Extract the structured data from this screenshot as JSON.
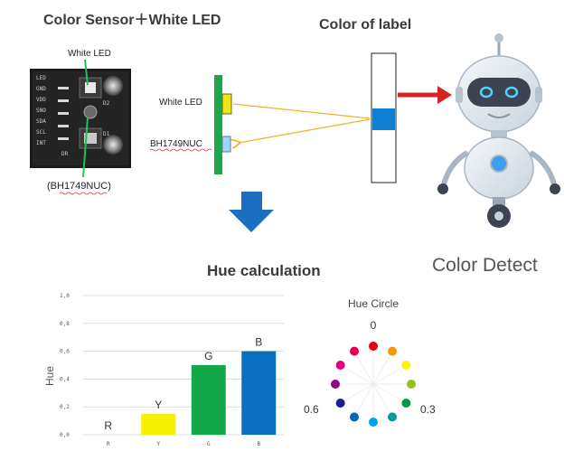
{
  "header": {
    "sensor_title": "Color Sensor＋White LED",
    "label_title": "Color of label"
  },
  "sensor_photo": {
    "white_led_label": "White LED",
    "chip_label": "(BH1749NUC)",
    "board_text": [
      "GND",
      "VDD",
      "SNO",
      "SDA",
      "SCL",
      "INT",
      "DR",
      "D2",
      "D1",
      "LED"
    ]
  },
  "side_view": {
    "white_led_label": "White LED",
    "chip_label": "BH1749NUC"
  },
  "colors": {
    "board_green": "#1fa64a",
    "led_yellow": "#f0e51a",
    "sensor_blue": "#9ed7f3",
    "label_blue": "#0f7fd1",
    "light_ray": "#f2b32a",
    "arrow_red": "#d62222",
    "flow_arrow": "#1b6fc2"
  },
  "robot": {
    "caption": "Color Detect"
  },
  "hue_section": {
    "title": "Hue calculation"
  },
  "chart_data": {
    "type": "bar",
    "ylabel": "Hue",
    "ylim": [
      0,
      1.0
    ],
    "yticks": [
      "0,0",
      "0,2",
      "0,4",
      "0,6",
      "0,8",
      "1,0"
    ],
    "ytick_values": [
      0,
      0.2,
      0.4,
      0.6,
      0.8,
      1.0
    ],
    "categories": [
      "R",
      "Y",
      "G",
      "B"
    ],
    "values": [
      0,
      0.15,
      0.5,
      0.6
    ],
    "data_labels": [
      "R",
      "Y",
      "G",
      "B"
    ],
    "bar_colors": [
      "#e0e0e0",
      "#f4f000",
      "#13a84a",
      "#0a6fc2"
    ],
    "grid": true
  },
  "hue_circle": {
    "title": "Hue Circle",
    "labels": {
      "top": "0",
      "right": "0.3",
      "left": "0.6"
    },
    "dot_colors": [
      "#e60012",
      "#f39800",
      "#fff100",
      "#8fc31f",
      "#009944",
      "#009e96",
      "#00a0e9",
      "#0068b7",
      "#1d2088",
      "#920783",
      "#e4007f",
      "#e5004f"
    ]
  }
}
